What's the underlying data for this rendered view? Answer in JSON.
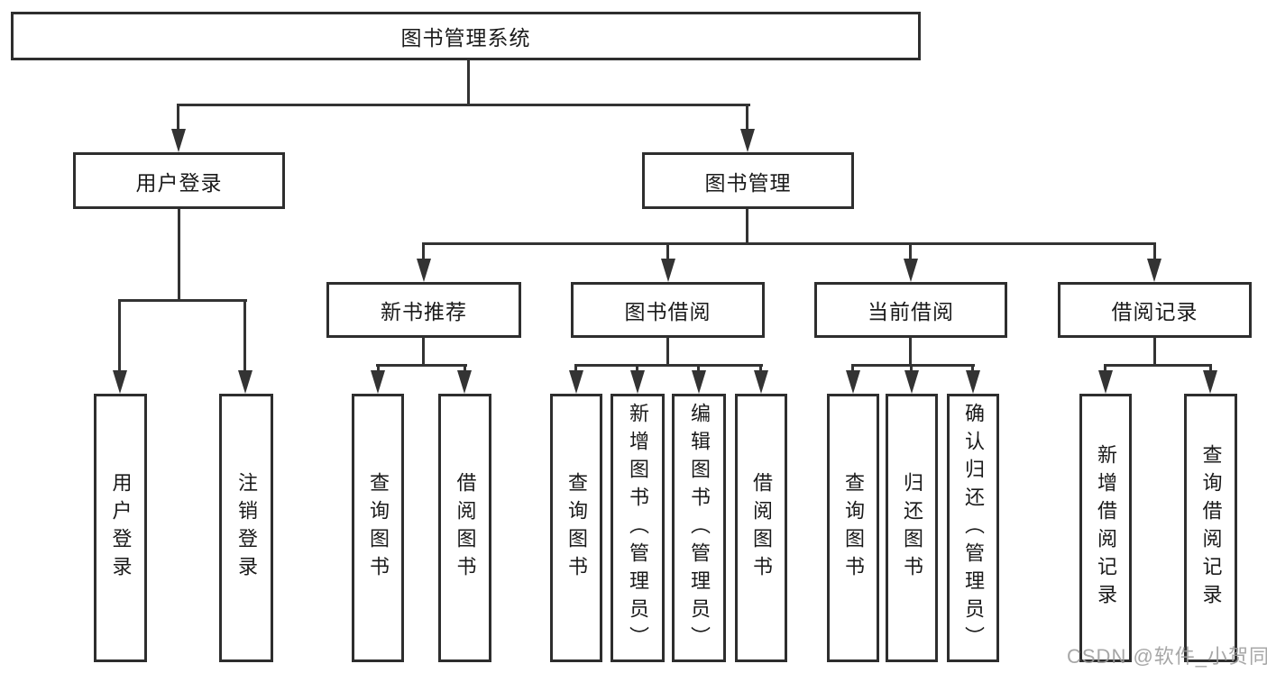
{
  "diagram": {
    "type": "org-chart",
    "colors": {
      "background": "#ffffff",
      "box_border": "#2e2e2e",
      "connector_line": "#333333",
      "text": "#1a1a1a",
      "watermark": "#9b9b9b"
    }
  },
  "tree": {
    "label": "图书管理系统",
    "children": [
      {
        "label": "用户登录",
        "children": [
          {
            "label": "用户登录"
          },
          {
            "label": "注销登录"
          }
        ]
      },
      {
        "label": "图书管理",
        "children": [
          {
            "label": "新书推荐",
            "children": [
              {
                "label": "查询图书"
              },
              {
                "label": "借阅图书"
              }
            ]
          },
          {
            "label": "图书借阅",
            "children": [
              {
                "label": "查询图书"
              },
              {
                "label": "新增图书（管理员）"
              },
              {
                "label": "编辑图书（管理员）"
              },
              {
                "label": "借阅图书"
              }
            ]
          },
          {
            "label": "当前借阅",
            "children": [
              {
                "label": "查询图书"
              },
              {
                "label": "归还图书"
              },
              {
                "label": "确认归还（管理员）"
              }
            ]
          },
          {
            "label": "借阅记录",
            "children": [
              {
                "label": "新增借阅记录"
              },
              {
                "label": "查询借阅记录"
              }
            ]
          }
        ]
      }
    ]
  },
  "watermark": {
    "text": "CSDN @软件_小贺同学"
  }
}
